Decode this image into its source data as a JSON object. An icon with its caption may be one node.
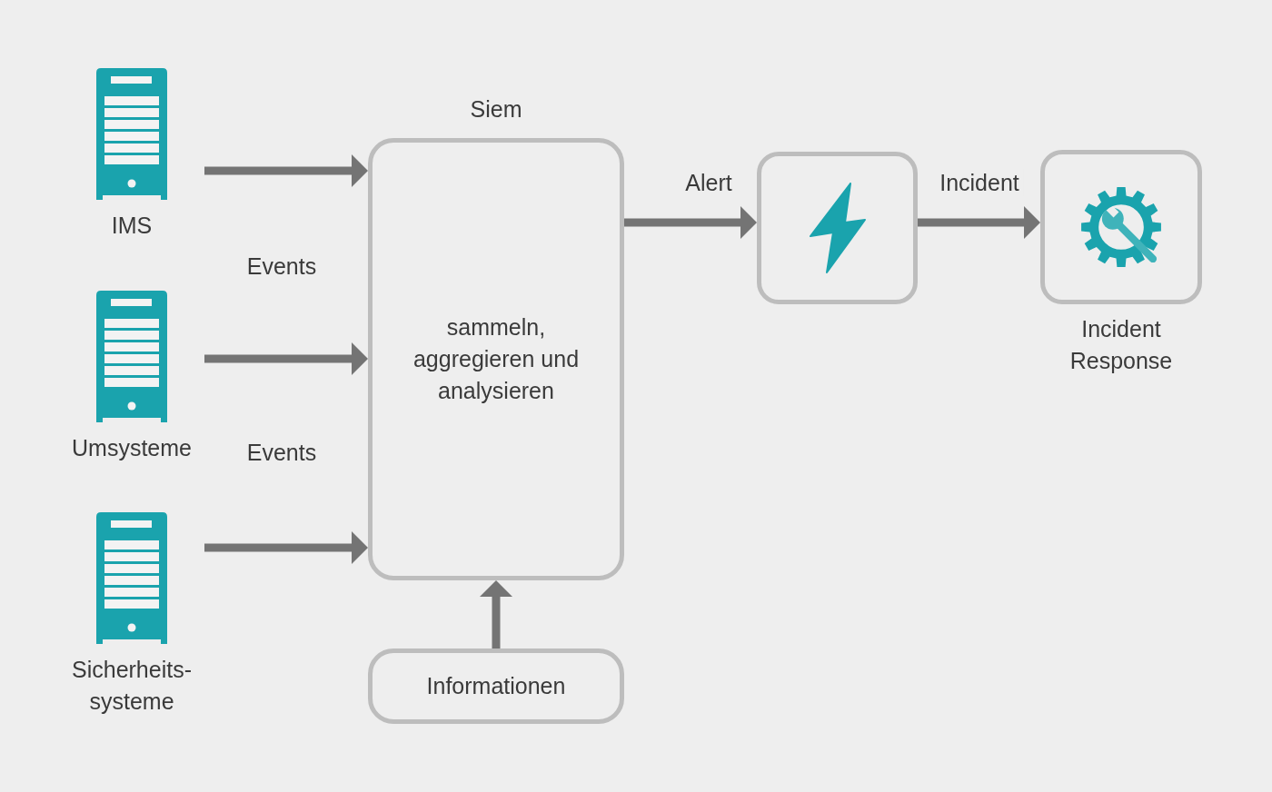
{
  "diagram": {
    "nodes": [
      {
        "text": [
          "IMS"
        ]
      },
      {
        "text": [
          "Umsysteme"
        ]
      },
      {
        "text": [
          "Sicherheits- systeme"
        ]
      },
      {
        "text": [
          "Siem",
          "sammeln, aggregieren und analysieren"
        ]
      },
      {
        "text": [
          "Informationen"
        ]
      },
      {
        "text": [],
        "shape": "box"
      },
      {
        "text": [
          "Incident Response"
        ]
      }
    ],
    "edges": [
      {
        "from": 0,
        "to": 3,
        "arrow": "to"
      },
      {
        "from": 1,
        "to": 3,
        "arrow": "to"
      },
      {
        "from": 2,
        "to": 3,
        "arrow": "to"
      },
      {
        "from": 4,
        "to": 3,
        "arrow": "to"
      },
      {
        "from": 3,
        "to": 5,
        "arrow": "to",
        "label": "Alert"
      },
      {
        "from": 5,
        "to": 6,
        "arrow": "to",
        "label": "Incident"
      }
    ],
    "labels": [
      "Events",
      "Events"
    ]
  }
}
